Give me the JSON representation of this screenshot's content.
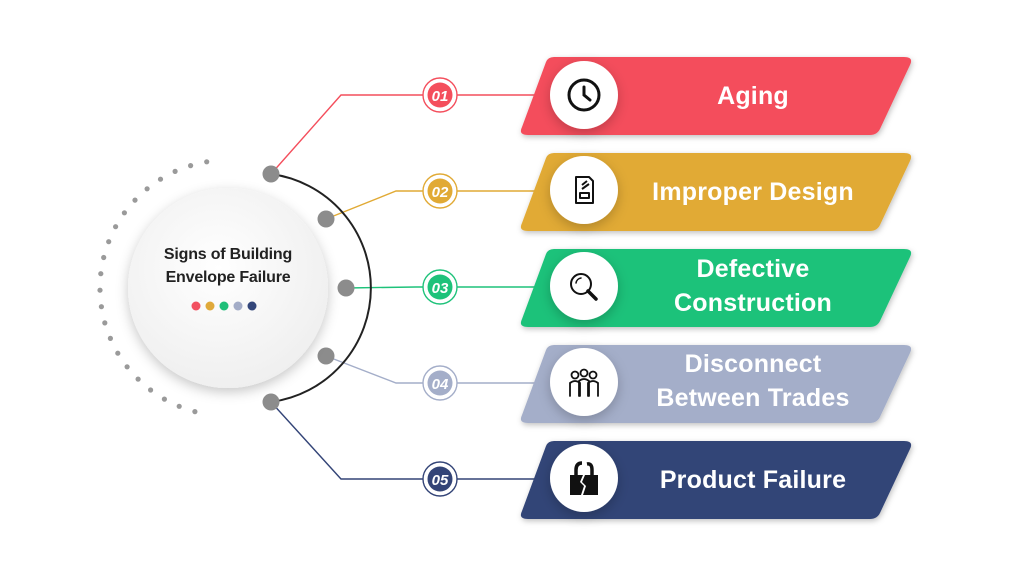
{
  "center": {
    "title_line1": "Signs of Building",
    "title_line2": "Envelope Failure",
    "dot_colors": [
      "#f25060",
      "#e0a93a",
      "#1fbf79",
      "#a3acc7",
      "#33467a"
    ]
  },
  "items": [
    {
      "number": "01",
      "label_line1": "Aging",
      "label_line2": "",
      "color": "#f44e5c",
      "icon": "clock-icon"
    },
    {
      "number": "02",
      "label_line1": "Improper Design",
      "label_line2": "",
      "color": "#e1aa35",
      "icon": "document-icon"
    },
    {
      "number": "03",
      "label_line1": "Defective",
      "label_line2": "Construction",
      "color": "#1ec27a",
      "icon": "magnifier-icon"
    },
    {
      "number": "04",
      "label_line1": "Disconnect",
      "label_line2": "Between Trades",
      "color": "#a4aec9",
      "icon": "people-group-icon"
    },
    {
      "number": "05",
      "label_line1": "Product Failure",
      "label_line2": "",
      "color": "#334477",
      "icon": "broken-lock-icon"
    }
  ]
}
